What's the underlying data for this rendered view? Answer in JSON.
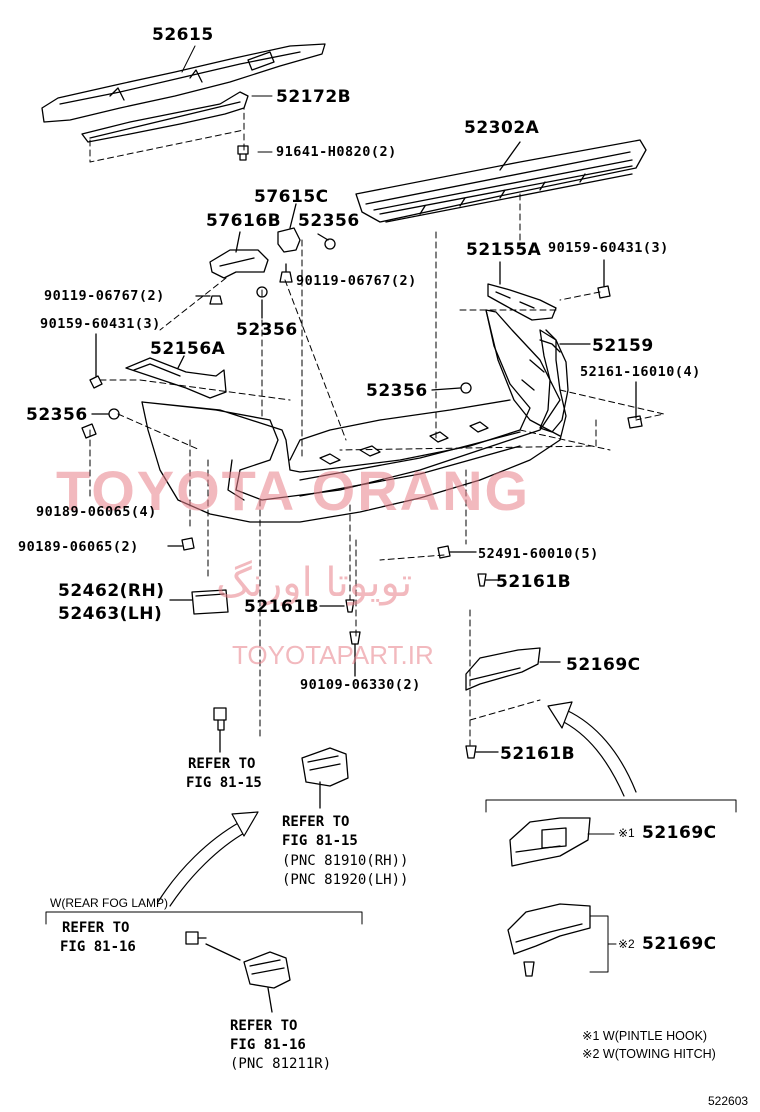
{
  "watermark": {
    "main": "TOYOTA ORANG",
    "persian": "تویوتا اورنگ",
    "url": "TOYOTAPART.IR"
  },
  "parts": {
    "p52615": "52615",
    "p52172B": "52172B",
    "p91641": "91641-H0820(2)",
    "p52302A": "52302A",
    "p57615C": "57615C",
    "p57616B": "57616B",
    "p52356_a": "52356",
    "p90119_b": "90119-06767(2)",
    "p52155A": "52155A",
    "p90159_b": "90159-60431(3)",
    "p90119_a": "90119-06767(2)",
    "p52356_b": "52356",
    "p90159_a": "90159-60431(3)",
    "p52156A": "52156A",
    "p52159": "52159",
    "p52356_c": "52356",
    "p52161_16010": "52161-16010(4)",
    "p52356_d": "52356",
    "p90189_a": "90189-06065(4)",
    "p90189_b": "90189-06065(2)",
    "p52491": "52491-60010(5)",
    "p52462": "52462(RH)",
    "p52463": "52463(LH)",
    "p52161B_a": "52161B",
    "p52161B_b": "52161B",
    "p52169C_a": "52169C",
    "p90109": "90109-06330(2)",
    "p52161B_c": "52161B",
    "p52169C_b": "52169C",
    "p52169C_c": "52169C"
  },
  "refs": {
    "refer_to": "REFER TO",
    "fig_81_15": "FIG 81-15",
    "pnc_81910": "(PNC 81910(RH))",
    "pnc_81920": "(PNC 81920(LH))",
    "fig_81_16": "FIG 81-16",
    "pnc_81211": "(PNC 81211R)"
  },
  "notes": {
    "rear_fog_lamp": "W(REAR FOG LAMP)",
    "mark1": "※1",
    "mark2": "※2",
    "pintle": "※1 W(PINTLE HOOK)",
    "towing": "※2 W(TOWING HITCH)",
    "fig_number": "522603"
  }
}
